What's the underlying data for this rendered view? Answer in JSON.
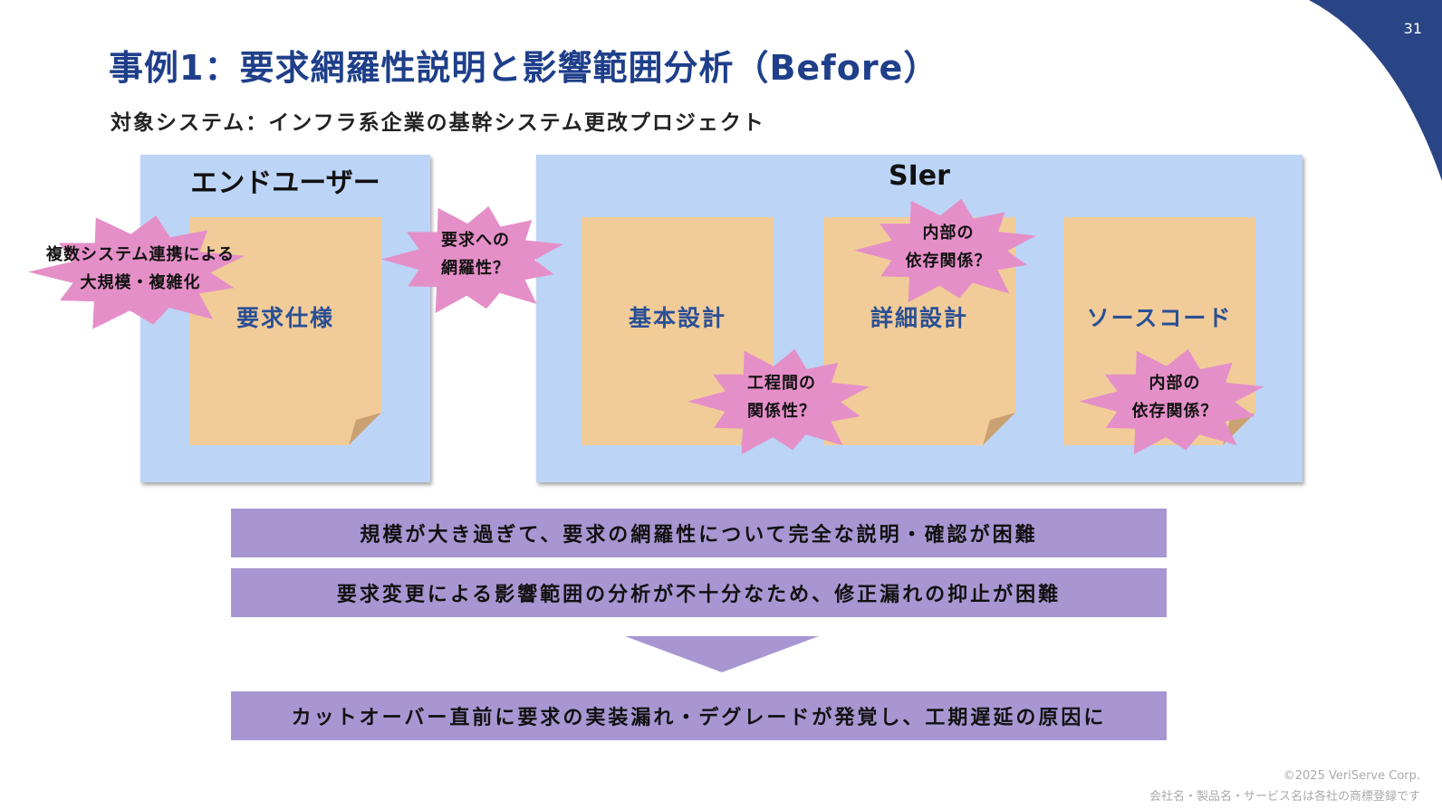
{
  "page_number": "31",
  "title": "事例1：要求網羅性説明と影響範囲分析（Before）",
  "subtitle": "対象システム：インフラ系企業の基幹システム更改プロジェクト",
  "colors": {
    "accent_navy": "#2a4585",
    "title_blue": "#1f3f8a",
    "panel_blue": "#bcd4f6",
    "doc_tan": "#f1cc99",
    "burst_pink": "#e58fc8",
    "banner_purple": "#a896d2"
  },
  "enduser_panel": {
    "title": "エンドユーザー",
    "doc_label": "要求仕様"
  },
  "sier_panel": {
    "title": "SIer",
    "docs": [
      "基本設計",
      "詳細設計",
      "ソースコード"
    ]
  },
  "bursts": {
    "scale": {
      "line1": "複数システム連携による",
      "line2": "大規模・複雑化"
    },
    "coverage": {
      "line1": "要求への",
      "line2": "網羅性？"
    },
    "detail_internal": {
      "line1": "内部の",
      "line2": "依存関係？"
    },
    "process": {
      "line1": "工程間の",
      "line2": "関係性？"
    },
    "source_internal": {
      "line1": "内部の",
      "line2": "依存関係？"
    }
  },
  "banners": {
    "issue1": "規模が大き過ぎて、要求の網羅性について完全な説明・確認が困難",
    "issue2": "要求変更による影響範囲の分析が不十分なため、修正漏れの抑止が困難",
    "result": "カットオーバー直前に要求の実装漏れ・デグレードが発覚し、工期遅延の原因に"
  },
  "footer": {
    "copyright": "©2025 VeriServe Corp.",
    "trademark": "会社名・製品名・サービス名は各社の商標登録です"
  }
}
